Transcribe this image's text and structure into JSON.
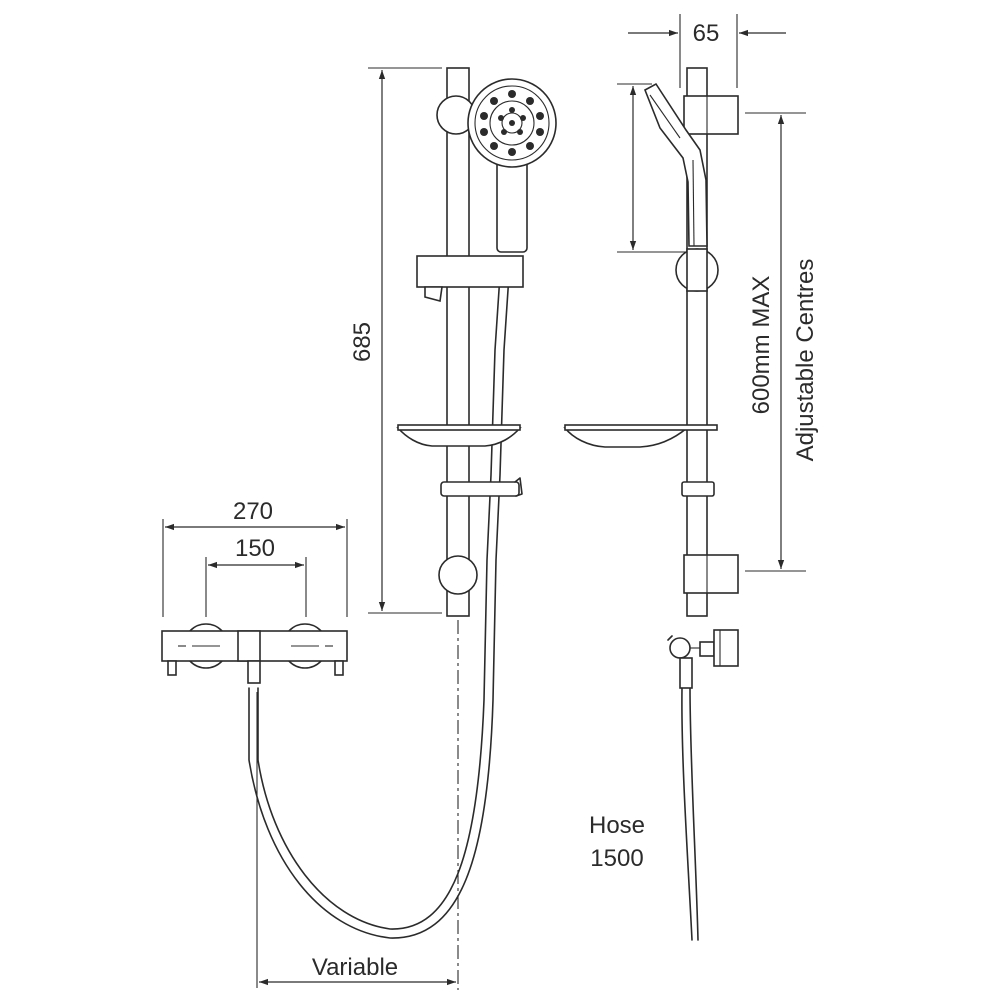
{
  "diagram": {
    "dimensions": {
      "overall_width": "270",
      "centres": "150",
      "rail_height": "685",
      "side_depth": "65",
      "adjustable_line1": "600mm MAX",
      "adjustable_line2": "Adjustable Centres",
      "variable": "Variable",
      "hose_line1": "Hose",
      "hose_line2": "1500"
    },
    "colors": {
      "ink": "#2b2b2b",
      "background": "#ffffff"
    }
  }
}
